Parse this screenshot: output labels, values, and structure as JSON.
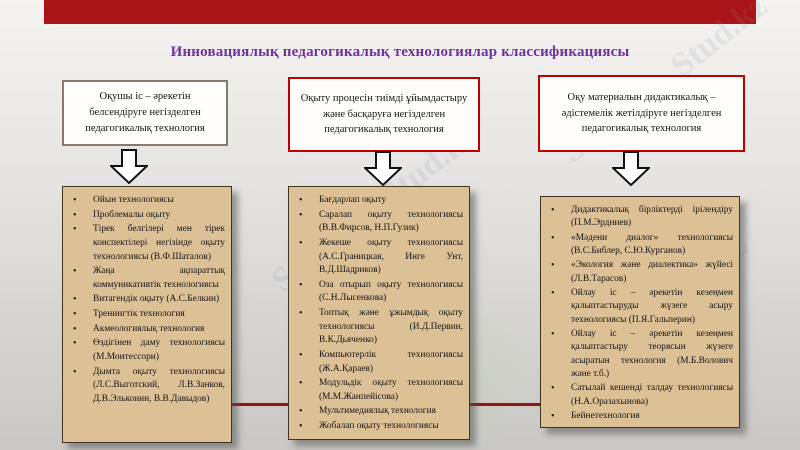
{
  "title": "Инновациялық педагогикалық технологиялар классификациясы",
  "watermark": "Stud.kz - Stud.kz",
  "colors": {
    "top_bar": "#a91418",
    "title_text": "#7030a0",
    "red_border": "#c00000",
    "left_box_border": "#877868",
    "list_box_fill": "#dcc096",
    "connector_line": "#991212"
  },
  "columns": [
    {
      "header": "Оқушы іс – әрекетін белсендіруге негізделген педагогикалық технология",
      "items": [
        "Ойын технологиясы",
        "Проблемалы оқыту",
        "Тірек белгілері мен тірек конспектілері негізінде оқыту технологиясы (В.Ф.Шаталов)",
        "Жаңа ақпараттық коммуникативтік технологиясы",
        "Витагендік оқыту (А.С.Белкин)",
        "Тренингтік технология",
        "Акмеологиялық технология",
        "Өздігінен даму технологиясы (М.Монтессори)",
        "Дымта оқыту технологиясы (Л.С.Выготский,  Л.В.Занков, Д.В.Эльконин, В.В.Давыдов)"
      ]
    },
    {
      "header": "Оқыту процесін тиімді ұйымдастыру және басқаруға негізделген педагогикалық технология",
      "items": [
        "Бағдарлап оқыту",
        "Саралап оқыту технологиясы (В.В.Фирсов, Н.П.Гузик)",
        "Жекеше оқыту технологиясы (А.С.Границкая, Инге Унт, В.Д.Шадриков)",
        "Оза отырып оқыту технологиясы (С.Н.Лысенкова)",
        "Топтық және ұжымдық оқыту технологиясы (И.Д.Первин, В.К.Дьяченко)",
        "Компьютерлік технологиясы (Ж.А.Қараев)",
        "Модульдік оқыту технологиясы (М.М.Жанпейісова)",
        "Мультимедиялық технология",
        "Жобалап оқыту технологиясы"
      ]
    },
    {
      "header": "Оқу материалын дидактикалық – әдістемелік жетілдіруге негізделген педагогикалық технология",
      "items": [
        "Дидактикалық бірліктерді ірілендіру (П.М.Эрдниев)",
        "«Мәдени диалог» технологиясы (В.С.Библер, С.Ю.Курганов)",
        "«Экология және диалектика» жүйесі (Л.В.Тарасов)",
        "Ойлау іс – әрекетін кезеңмен қалыптастыруды жүзеге асыру технологиясы (П.Я.Гальперин)",
        "Ойлау іс – әрекетін кезеңмен қалыптастыру теорясын жүзеге асыратын технология (М.Б.Волович және т.б.)",
        "Сатылай кешенді талдау технологиясы (Н.А.Оразахынова)",
        "Бейнетехнология"
      ]
    }
  ]
}
